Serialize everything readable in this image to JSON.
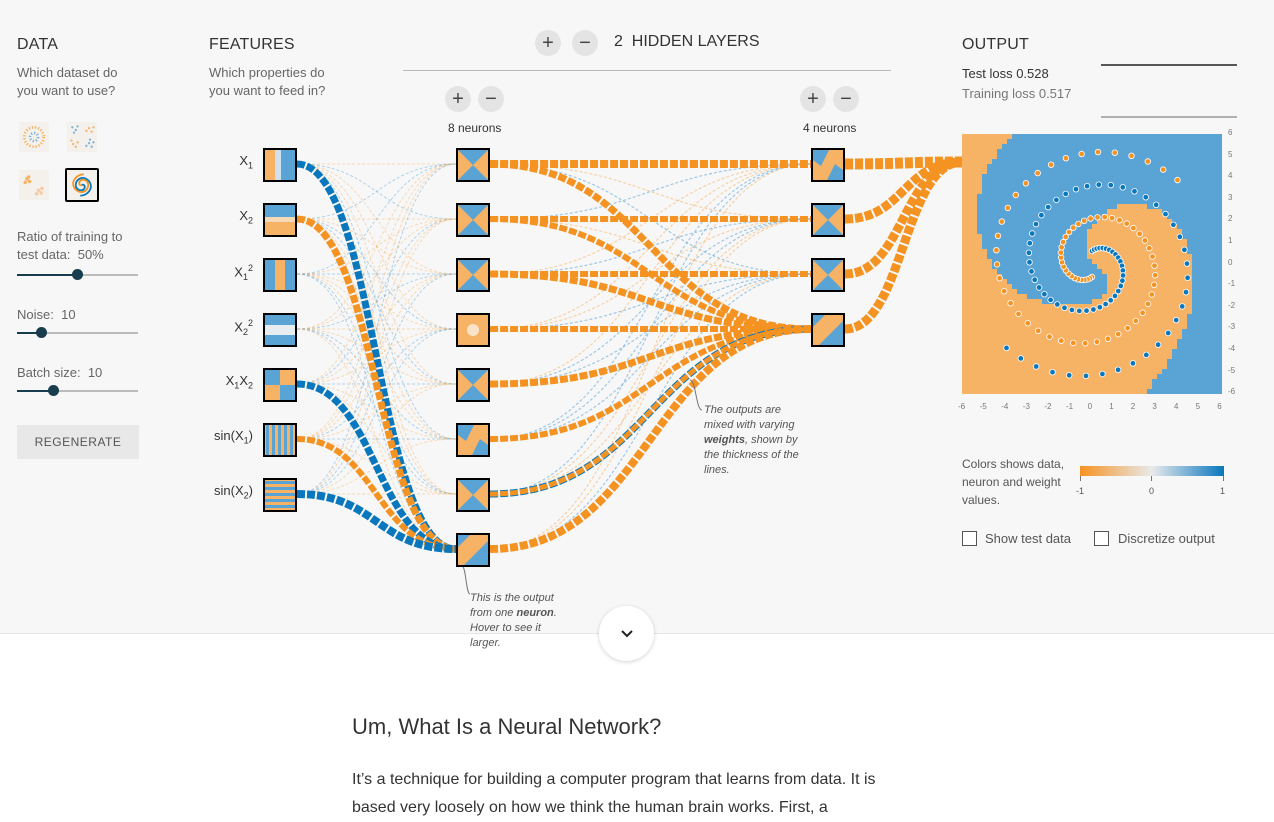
{
  "data_panel": {
    "title": "DATA",
    "question": "Which dataset do you want to use?",
    "datasets": [
      {
        "icon": "circle-dataset-icon",
        "selected": false
      },
      {
        "icon": "xor-dataset-icon",
        "selected": false
      },
      {
        "icon": "gaussian-dataset-icon",
        "selected": false
      },
      {
        "icon": "spiral-dataset-icon",
        "selected": true
      }
    ],
    "ratio_label": "Ratio of training to test data:",
    "ratio_value": "50%",
    "ratio_fraction": 0.5,
    "noise_label": "Noise:",
    "noise_value": "10",
    "noise_fraction": 0.2,
    "batch_label": "Batch size:",
    "batch_value": "10",
    "batch_fraction": 0.3,
    "regenerate_label": "REGENERATE"
  },
  "features_panel": {
    "title": "FEATURES",
    "question": "Which properties do you want to feed in?",
    "features": [
      {
        "base": "X",
        "sub": "1",
        "sup": "",
        "wrap": false
      },
      {
        "base": "X",
        "sub": "2",
        "sup": "",
        "wrap": false
      },
      {
        "base": "X",
        "sub": "1",
        "sup": "2",
        "wrap": false
      },
      {
        "base": "X",
        "sub": "2",
        "sup": "2",
        "wrap": false
      },
      {
        "base": "X",
        "sub": "1",
        "sup": "",
        "base2": "X",
        "sub2": "2",
        "wrap": false
      },
      {
        "base": "sin(X",
        "sub": "1",
        "sup": "",
        "wrap": true
      },
      {
        "base": "sin(X",
        "sub": "2",
        "sup": "",
        "wrap": true
      }
    ]
  },
  "hidden_layers": {
    "count": "2",
    "label": "HIDDEN LAYERS",
    "add_symbol": "+",
    "remove_symbol": "−",
    "layers": [
      {
        "neurons_label": "8 neurons"
      },
      {
        "neurons_label": "4 neurons"
      }
    ]
  },
  "annotations": {
    "neuron_note_pre": "This is the output from one",
    "neuron_note_bold": "neuron",
    "neuron_note_post": ". Hover to see it larger.",
    "weights_note_pre": "The outputs are mixed with varying",
    "weights_note_bold": "weights",
    "weights_note_post": ", shown by the thickness of the lines."
  },
  "output_panel": {
    "title": "OUTPUT",
    "test_loss_label": "Test loss",
    "test_loss_value": "0.528",
    "training_loss_label": "Training loss",
    "training_loss_value": "0.517",
    "y_ticks": [
      "6",
      "5",
      "4",
      "3",
      "2",
      "1",
      "0",
      "-1",
      "-2",
      "-3",
      "-4",
      "-5",
      "-6"
    ],
    "x_ticks": [
      "-6",
      "-5",
      "-4",
      "-3",
      "-2",
      "-1",
      "0",
      "1",
      "2",
      "3",
      "4",
      "5",
      "6"
    ],
    "colors_note": "Colors shows data, neuron and weight values.",
    "legend_min": "-1",
    "legend_mid": "0",
    "legend_max": "1",
    "show_test_label": "Show test data",
    "discretize_label": "Discretize output"
  },
  "colors": {
    "orange": "#f59322",
    "blue": "#0877bd",
    "light_orange": "#f6b366",
    "light_blue": "#5aa3d5"
  },
  "article": {
    "title": "Um, What Is a Neural Network?",
    "paragraph": "It’s a technique for building a computer program that learns from data. It is based very loosely on how we think the human brain works. First, a"
  }
}
